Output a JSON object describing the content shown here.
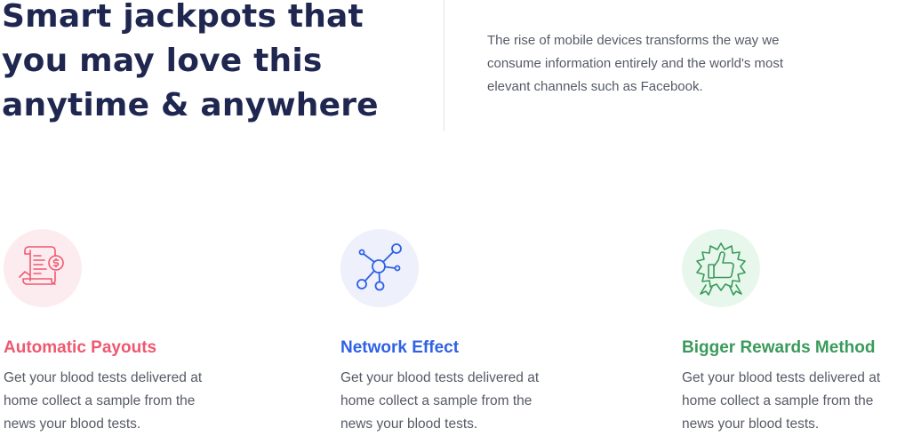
{
  "hero": {
    "title_lines": [
      "Smart jackpots that",
      "you may love this",
      "anytime & anywhere"
    ],
    "description_lines": [
      "The rise of mobile devices transforms the way we",
      "consume information entirely and the world's most",
      "elevant channels such as Facebook."
    ]
  },
  "features": [
    {
      "icon": "invoice-payout-icon",
      "title": "Automatic Payouts",
      "color": "#ef5870",
      "text_lines": [
        "Get your blood tests delivered at",
        "home collect a sample from the",
        "news your blood tests."
      ]
    },
    {
      "icon": "network-icon",
      "title": "Network Effect",
      "color": "#2f61e6",
      "text_lines": [
        "Get your blood tests delivered at",
        "home collect a sample from the",
        "news your blood tests."
      ]
    },
    {
      "icon": "thumbs-up-badge-icon",
      "title": "Bigger Rewards Method",
      "color": "#3a9a5b",
      "text_lines": [
        "Get your blood tests delivered at",
        "home collect a sample from the",
        "news your blood tests."
      ]
    }
  ]
}
